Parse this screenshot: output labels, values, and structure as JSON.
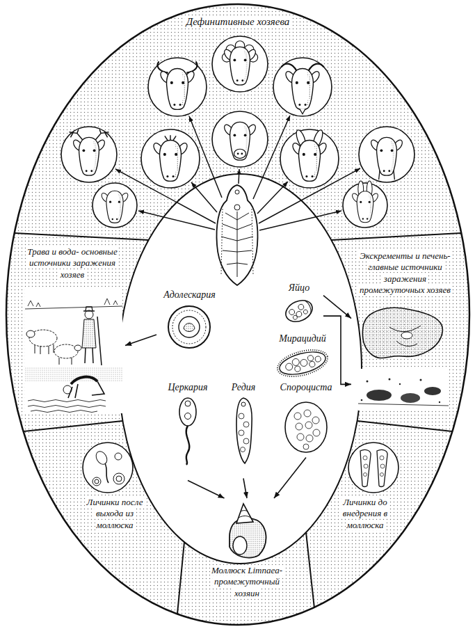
{
  "diagram": {
    "nodes": [
      {
        "text": [
          "Дефинитивные хозяева"
        ]
      },
      {
        "text": [
          "Трава и вода- основные источники заражения хозяев"
        ]
      },
      {
        "text": [
          "Экскременты и печень- главные источники заражения промежуточных хозяев"
        ]
      },
      {
        "text": [
          "Адолескария"
        ]
      },
      {
        "text": [
          "Яйцо"
        ]
      },
      {
        "text": [
          "Мирацидий"
        ]
      },
      {
        "text": [
          "Церкария"
        ]
      },
      {
        "text": [
          "Редия"
        ]
      },
      {
        "text": [
          "Спороциста"
        ]
      },
      {
        "text": [
          "Личинки после выхода из моллюска"
        ]
      },
      {
        "text": [
          "Личинки до внедрения в моллюска"
        ]
      },
      {
        "text": [
          "Моллюск Limnaea- промежуточный хозяин"
        ]
      }
    ],
    "edges": [
      {
        "from": 3,
        "to": 1,
        "arrow": "to"
      },
      {
        "from": 4,
        "to": 2,
        "arrow": "to"
      },
      {
        "from": 4,
        "to": 2,
        "arrow": "to"
      },
      {
        "from": 6,
        "to": 11,
        "arrow": "to"
      },
      {
        "from": 7,
        "to": 11,
        "arrow": "to"
      },
      {
        "from": 8,
        "to": 11,
        "arrow": "to"
      }
    ]
  }
}
